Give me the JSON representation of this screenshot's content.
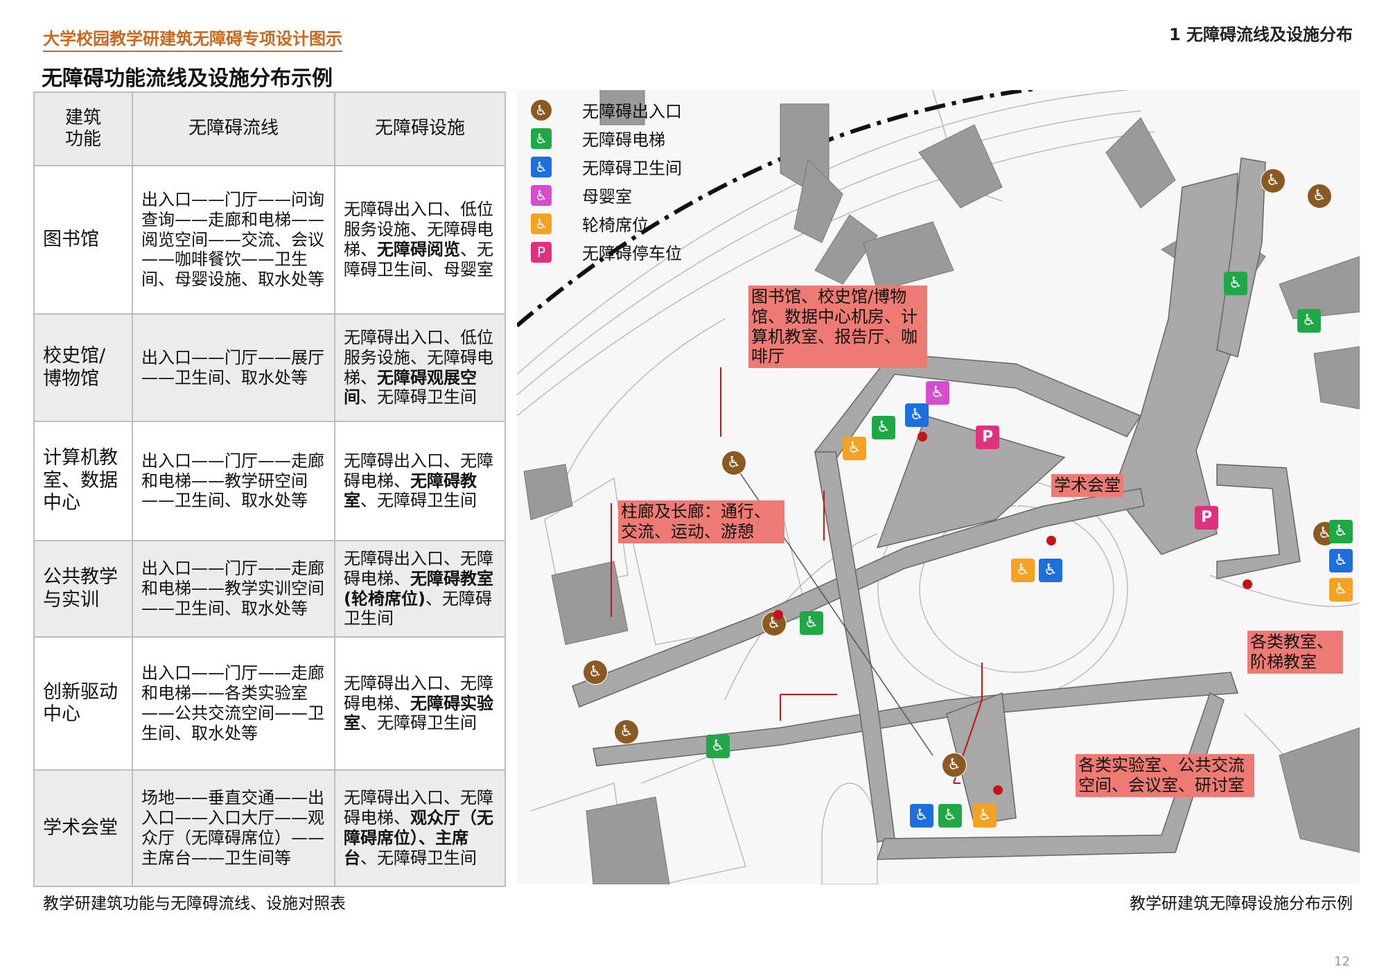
{
  "header": {
    "doc_title": "大学校园教学研建筑无障碍专项设计图示",
    "section": "1 无障碍流线及设施分布"
  },
  "page_title": "无障碍功能流线及设施分布示例",
  "table": {
    "headers": [
      "建筑\n功能",
      "无障碍流线",
      "无障碍设施"
    ],
    "rows": [
      {
        "func": "图书馆",
        "flow": "出入口——门厅——问询查询——走廊和电梯——阅览空间——交流、会议——咖啡餐饮——卫生间、母婴设施、取水处等",
        "fac_pre": "无障碍出入口、低位服务设施、无障碍电梯、",
        "fac_bold": "无障碍阅览",
        "fac_post": "、无障碍卫生间、母婴室"
      },
      {
        "func": "校史馆/博物馆",
        "flow": "出入口——门厅——展厅——卫生间、取水处等",
        "fac_pre": "无障碍出入口、低位服务设施、无障碍电梯、",
        "fac_bold": "无障碍观展空间",
        "fac_post": "、无障碍卫生间"
      },
      {
        "func": "计算机教室、数据中心",
        "flow": "出入口——门厅——走廊和电梯——教学研空间——卫生间、取水处等",
        "fac_pre": "无障碍出入口、无障碍电梯、",
        "fac_bold": "无障碍教室",
        "fac_post": "、无障碍卫生间"
      },
      {
        "func": "公共教学与实训",
        "flow": "出入口——门厅——走廊和电梯——教学实训空间——卫生间、取水处等",
        "fac_pre": "无障碍出入口、无障碍电梯、",
        "fac_bold": "无障碍教室(轮椅席位)",
        "fac_post": "、无障碍卫生间"
      },
      {
        "func": "创新驱动中心",
        "flow": "出入口——门厅——走廊和电梯——各类实验室——公共交流空间——卫生间、取水处等",
        "fac_pre": "无障碍出入口、无障碍电梯、",
        "fac_bold": "无障碍实验室",
        "fac_post": "、无障碍卫生间"
      },
      {
        "func": "学术会堂",
        "flow": "场地——垂直交通——出入口——入口大厅——观众厅（无障碍席位）——主席台——卫生间等",
        "fac_pre": "无障碍出入口、无障碍电梯、",
        "fac_bold": "观众厅（无障碍席位）、主席台",
        "fac_post": "、无障碍卫生间"
      }
    ]
  },
  "caption_left": "教学研建筑功能与无障碍流线、设施对照表",
  "caption_right": "教学研建筑无障碍设施分布示例",
  "page_number": "12",
  "legend": [
    {
      "label": "无障碍出入口",
      "icon": "accessible-entrance-icon",
      "color": "#8b5a23"
    },
    {
      "label": "无障碍电梯",
      "icon": "accessible-elevator-icon",
      "color": "#21a846"
    },
    {
      "label": "无障碍卫生间",
      "icon": "accessible-toilet-icon",
      "color": "#1e6fde"
    },
    {
      "label": "母婴室",
      "icon": "mother-baby-room-icon",
      "color": "#d64ccc"
    },
    {
      "label": "轮椅席位",
      "icon": "wheelchair-seat-icon",
      "color": "#f5a222"
    },
    {
      "label": "无障碍停车位",
      "icon": "accessible-parking-icon",
      "color": "#e0317f"
    }
  ],
  "callouts": {
    "library": "图书馆、校史馆/博物馆、数据中心机房、计算机教室、报告厅、咖啡厅",
    "corridor": "柱廊及长廊：通行、交流、运动、游憩",
    "hall": "学术会堂",
    "classrooms": "各类教室、阶梯教室",
    "labs": "各类实验室、公共交流空间、会议室、研讨室"
  }
}
